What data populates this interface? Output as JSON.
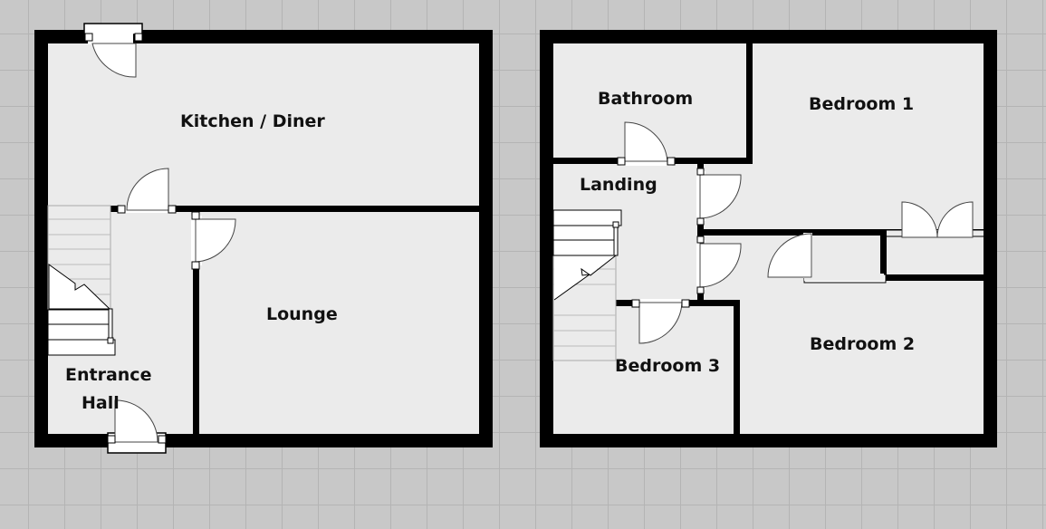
{
  "colors": {
    "background": "#c8c8c8",
    "grid_line": "#b4b4b4",
    "wall": "#000000",
    "floor": "#ebebeb",
    "door": "#ffffff"
  },
  "ground_floor": {
    "rooms": [
      {
        "id": "kitchen",
        "label": "Kitchen / Diner"
      },
      {
        "id": "lounge",
        "label": "Lounge"
      },
      {
        "id": "entrance",
        "label_line1": "Entrance",
        "label_line2": "Hall"
      }
    ]
  },
  "first_floor": {
    "rooms": [
      {
        "id": "bathroom",
        "label": "Bathroom"
      },
      {
        "id": "bedroom1",
        "label": "Bedroom 1"
      },
      {
        "id": "landing",
        "label": "Landing"
      },
      {
        "id": "bedroom2",
        "label": "Bedroom 2"
      },
      {
        "id": "bedroom3",
        "label": "Bedroom 3"
      }
    ]
  }
}
